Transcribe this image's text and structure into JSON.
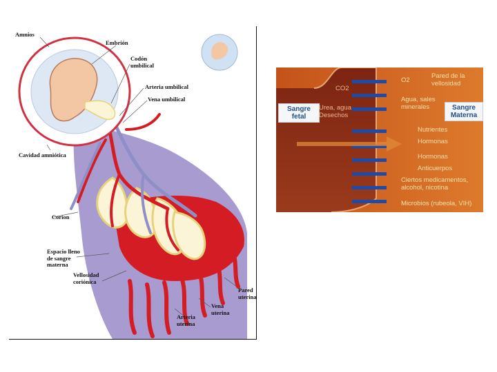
{
  "placenta": {
    "labels": {
      "amnios": "Amnios",
      "embrion": "Embrión",
      "codon": "Codón\numbilical",
      "arteria_umbilical": "Arteria umbilical",
      "vena_umbilical": "Vena umbilical",
      "cavidad": "Cavidad amniótica",
      "corion": "Corion",
      "espacio": "Espacio lleno\nde sangre\nmaterna",
      "vellosidad": "Vellosidad\ncoriónica",
      "pared": "Pared\nuterina",
      "vena_uterina": "Vena\nuterina",
      "arteria_uterina": "Arteria\nuterina"
    }
  },
  "exchange": {
    "sangre_fetal": "Sangre\nfetal",
    "sangre_materna": "Sangre\nMaterna",
    "pared_vellosidad": "Pared de la\nvellosidad",
    "co2": "CO2",
    "urea": "Urea, agua\nDesechos",
    "o2": "O2",
    "agua_sales": "Agua, sales\nminerales",
    "nutrientes": "Nutrientes",
    "hormonas_1": "Hormonas",
    "hormonas_2": "Hormonas",
    "anticuerpos": "Anticuerpos",
    "medicamentos": "Ciertos medicamentos,\nalcohol, nicotina",
    "microbios": "Microbios (rubeola, VIH)"
  },
  "colors": {
    "artery_red": "#d41c24",
    "vein_blue": "#8f8fc8",
    "maternal_lavender": "#a79bd0",
    "amnion_outline": "#d03040",
    "exchange_bg": "#c45a1e",
    "fetal_bg": "#8a2a16"
  }
}
